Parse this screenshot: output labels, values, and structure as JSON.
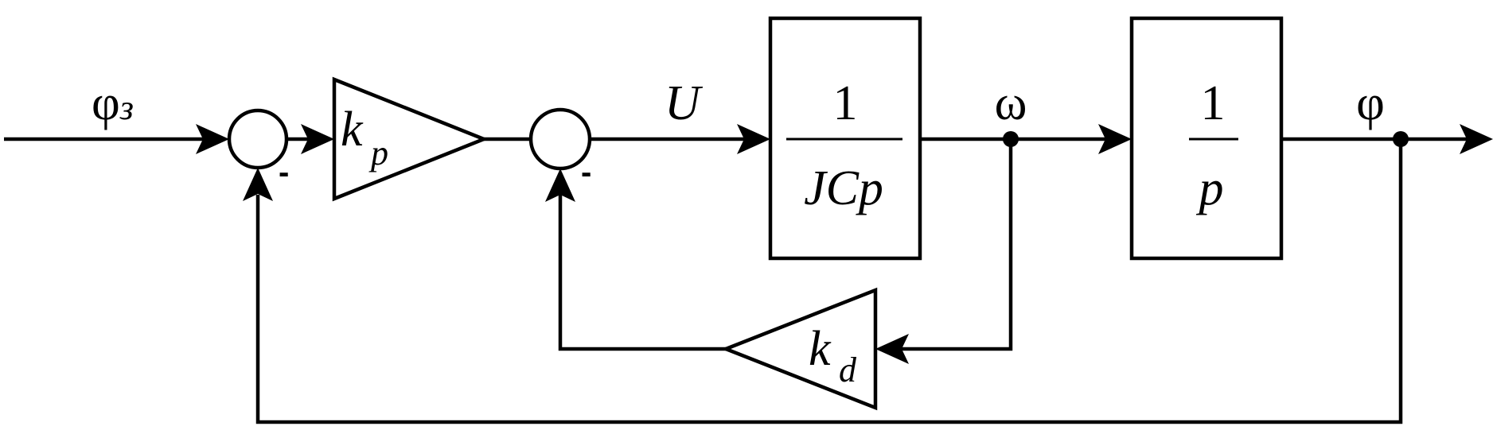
{
  "signals": {
    "reference": "φ",
    "reference_sub": "з",
    "control": "U",
    "speed": "ω",
    "angle": "φ"
  },
  "blocks": {
    "kp_main": "k",
    "kp_sub": "p",
    "kd_main": "k",
    "kd_sub": "d",
    "jcp_num": "1",
    "jcp_den": "JCp",
    "int_num": "1",
    "int_den": "p"
  },
  "summers": {
    "sum1_sign": "-",
    "sum2_sign": "-"
  }
}
